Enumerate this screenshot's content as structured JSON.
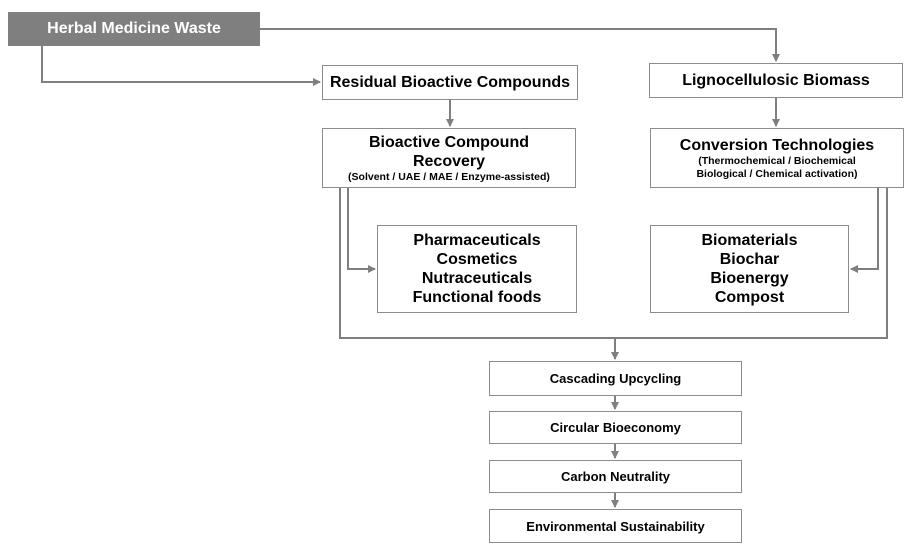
{
  "root": {
    "label": "Herbal Medicine Waste"
  },
  "left": {
    "residual": "Residual Bioactive Compounds",
    "recovery_title_1": "Bioactive Compound",
    "recovery_title_2": "Recovery",
    "recovery_methods": "(Solvent / UAE / MAE / Enzyme-assisted)",
    "products": [
      "Pharmaceuticals",
      "Cosmetics",
      "Nutraceuticals",
      "Functional foods"
    ]
  },
  "right": {
    "biomass": "Lignocellulosic Biomass",
    "conversion_title": "Conversion Technologies",
    "conversion_methods_1": "(Thermochemical / Biochemical",
    "conversion_methods_2": "Biological / Chemical activation)",
    "products": [
      "Biomaterials",
      "Biochar",
      "Bioenergy",
      "Compost"
    ]
  },
  "outcomes": [
    "Cascading Upcycling",
    "Circular Bioeconomy",
    "Carbon Neutrality",
    "Environmental Sustainability"
  ],
  "colors": {
    "root_fill": "#7f7f7f",
    "line": "#7f7f7f",
    "border": "#8c8c8c"
  }
}
